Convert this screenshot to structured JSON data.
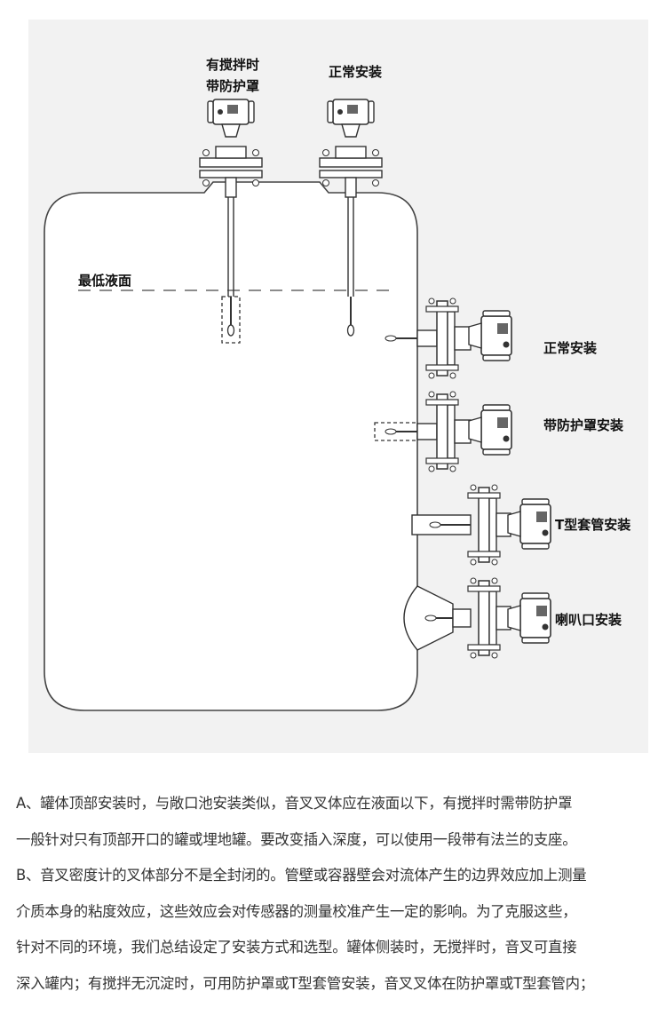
{
  "labels": {
    "top_agitated_line1": "有搅拌时",
    "top_agitated_line2": "带防护罩",
    "top_normal": "正常安装",
    "min_level": "最低液面",
    "side_normal": "正常安装",
    "side_shield": "带防护罩安装",
    "side_t_sleeve": "T型套管安装",
    "side_horn": "喇叭口安装"
  },
  "notes": [
    "A、罐体顶部安装时，与敞口池安装类似，音叉叉体应在液面以下，有搅拌时需带防护罩",
    "一般针对只有顶部开口的罐或埋地罐。要改变插入深度，可以使用一段带有法兰的支座。",
    "B、音叉密度计的叉体部分不是全封闭的。管壁或容器壁会对流体产生的边界效应加上测量",
    "介质本身的粘度效应，这些效应会对传感器的测量校准产生一定的影响。为了克服这些，",
    "针对不同的环境，我们总结设定了安装方式和选型。罐体侧装时，无搅拌时，音叉可直接",
    "深入罐内；有搅拌无沉淀时，可用防护罩或T型套管安装，音叉叉体在防护罩或T型套管内；"
  ]
}
